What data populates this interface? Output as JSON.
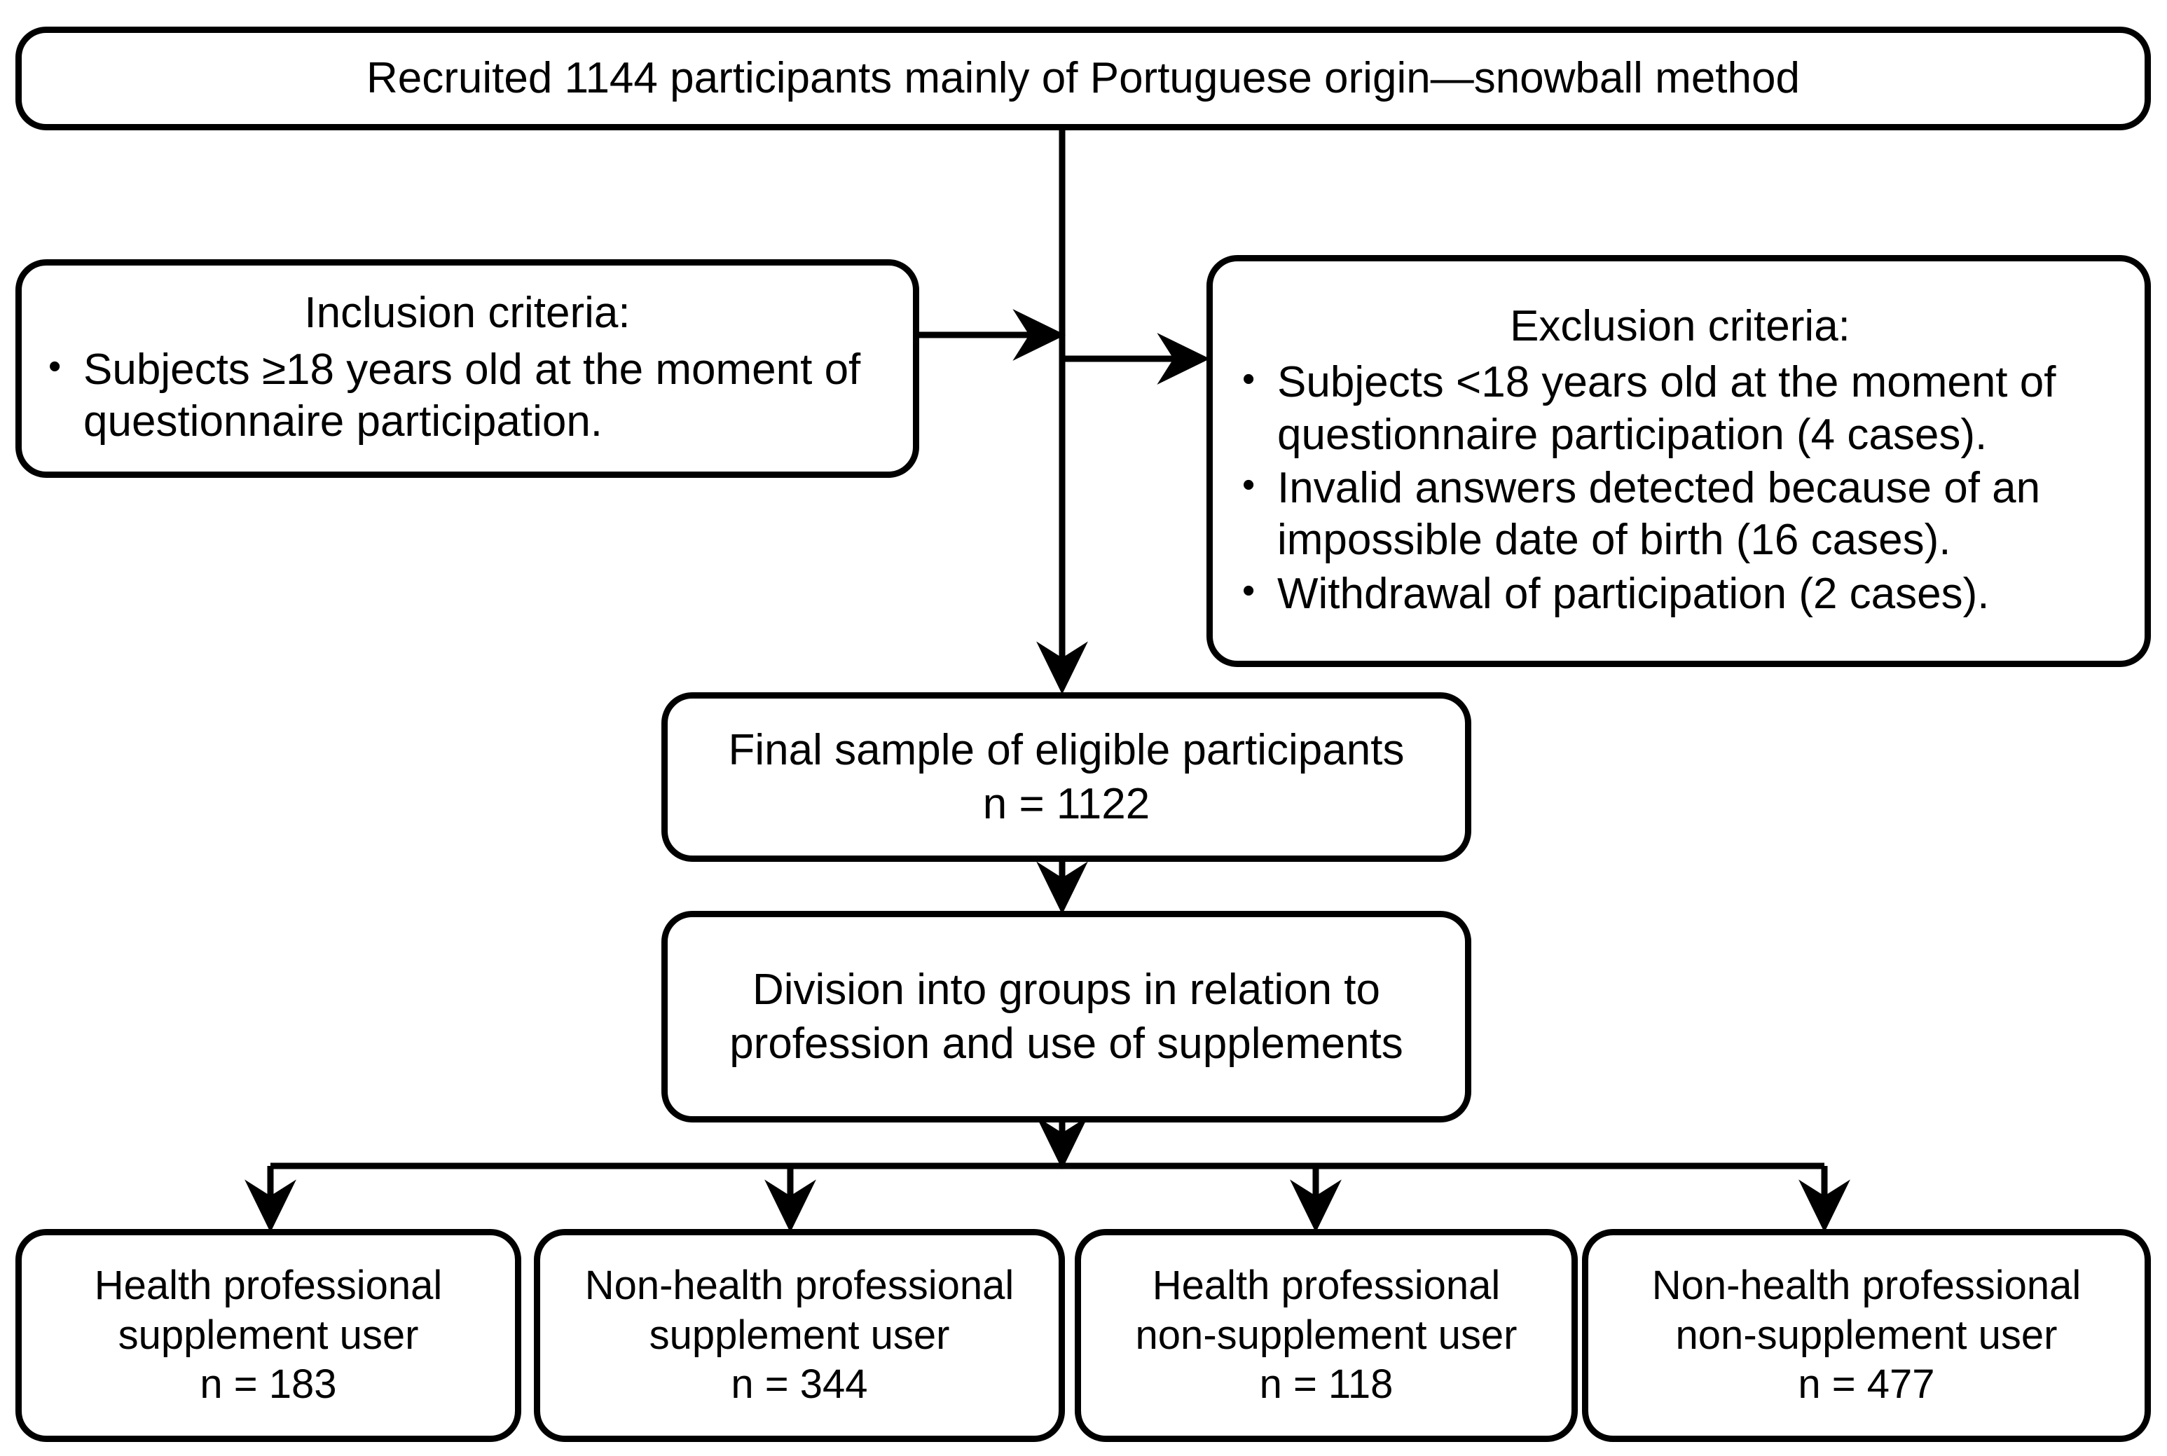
{
  "figure": {
    "type": "flowchart",
    "orientation": "top-down",
    "stroke_color": "#000000",
    "background_color": "#ffffff"
  },
  "recruited": {
    "text": "Recruited 1144 participants mainly of Portuguese origin—snowball method",
    "n": 1144
  },
  "inclusion": {
    "title": "Inclusion criteria:",
    "items": [
      "Subjects ≥18 years old at the moment of questionnaire participation."
    ]
  },
  "exclusion": {
    "title": "Exclusion criteria:",
    "items": [
      "Subjects <18 years old at the moment of questionnaire participation (4 cases).",
      "Invalid answers detected because of an impossible date of birth (16 cases).",
      "Withdrawal of participation (2 cases)."
    ],
    "excluded_counts": [
      4,
      16,
      2
    ]
  },
  "final_sample": {
    "line1": "Final sample of eligible participants",
    "line2": "n = 1122",
    "n": 1122
  },
  "division": {
    "line1": "Division into groups in relation to",
    "line2": "profession and use of supplements"
  },
  "groups": [
    {
      "line1": "Health professional",
      "line2": "supplement user",
      "line3": "n = 183",
      "n": 183
    },
    {
      "line1": "Non-health professional",
      "line2": "supplement user",
      "line3": "n = 344",
      "n": 344
    },
    {
      "line1": "Health professional",
      "line2": "non-supplement user",
      "line3": "n = 118",
      "n": 118
    },
    {
      "line1": "Non-health professional",
      "line2": "non-supplement user",
      "line3": "n = 477",
      "n": 477
    }
  ]
}
